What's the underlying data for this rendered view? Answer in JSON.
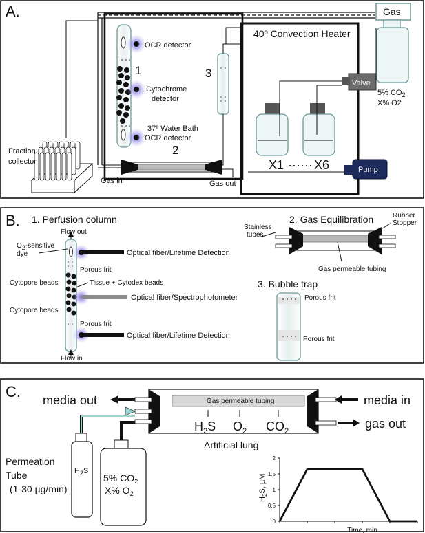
{
  "panel_a": {
    "letter": "A.",
    "gas": "Gas",
    "heater": "40º Convection Heater",
    "ocr_top": "OCR detector",
    "cyto_line1": "Cytochrome",
    "cyto_line2": "detector",
    "water_bath": "37º Water Bath",
    "ocr_bottom": "OCR detector",
    "num1": "1",
    "num2": "2",
    "num3": "3",
    "valve": "Valve",
    "pump": "Pump",
    "gas_mix_1": "5% CO",
    "gas_mix_1_sub": "2",
    "gas_mix_2": "X% O2",
    "x1": "X1",
    "dots": "······",
    "x6": "X6",
    "fraction_1": "Fraction",
    "fraction_2": "collector",
    "gas_in": "Gas in",
    "gas_out": "Gas out"
  },
  "panel_b": {
    "letter": "B.",
    "title1": "1. Perfusion column",
    "flow_out": "Flow out",
    "o2_dye_1": "O",
    "o2_dye_sub": "2",
    "o2_dye_2": "-sensitive",
    "o2_dye_3": "dye",
    "fiber_top": "Optical fiber/Lifetime Detection",
    "frit_top": "Porous frit",
    "cytopore_top": "Cytopore beads",
    "tissue": "Tissue + Cytodex beads",
    "fiber_mid": "Optical fiber/Spectrophotometer",
    "cytopore_bottom": "Cytopore beads",
    "frit_bottom": "Porous frit",
    "fiber_bottom": "Optical fiber/Lifetime Detection",
    "flow_in": "Flow in",
    "title2": "2. Gas Equilibration",
    "stainless_1": "Stainless",
    "stainless_2": "tubes",
    "rubber_1": "Rubber",
    "rubber_2": "Stopper",
    "gas_perm": "Gas permeable tubing",
    "title3": "3. Bubble trap",
    "trap_frit_top": "Porous frit",
    "trap_frit_bottom": "Porous frit"
  },
  "panel_c": {
    "letter": "C.",
    "media_out": "media out",
    "media_in": "media in",
    "gas_out": "gas out",
    "tubing": "Gas permeable tubing",
    "h2s_h": "H",
    "h2s_sub": "2",
    "h2s_s": "S",
    "o2_o": "O",
    "o2_sub": "2",
    "co2_co": "CO",
    "co2_sub": "2",
    "lung": "Artificial lung",
    "perm_1": "Permeation",
    "perm_2": "Tube",
    "perm_3": "(1-30 µg/min)",
    "bottle_h2s": "H",
    "bottle_h2s_sub": "2",
    "bottle_h2s_end": "S",
    "bottle_co2": "5% CO",
    "bottle_co2_sub": "2",
    "bottle_o2": "X% O",
    "bottle_o2_sub": "2"
  },
  "chart_data": {
    "type": "line",
    "x": [
      0,
      1,
      2,
      3,
      4,
      5
    ],
    "series": [
      {
        "values": [
          0,
          1.65,
          1.65,
          1.65,
          0,
          0
        ]
      }
    ],
    "xlabel": "Time, min",
    "ylabel": "H2S, µM",
    "ylabel_parts": {
      "pre": "H",
      "sub": "2",
      "post": "S, µM"
    },
    "ylim": [
      0,
      2
    ],
    "yticks": [
      0,
      0.5,
      1,
      1.5,
      2
    ],
    "ytick_labels": [
      "0",
      "0.5",
      "1",
      "1.5",
      "2"
    ],
    "x_tick_labels": false,
    "grid": false
  },
  "colors": {
    "valve": "#6b6b6b",
    "pump": "#1c2a5c",
    "detector_glow": "#8a7ee8",
    "glass": "#6a9a9a",
    "bead": "#111111"
  }
}
